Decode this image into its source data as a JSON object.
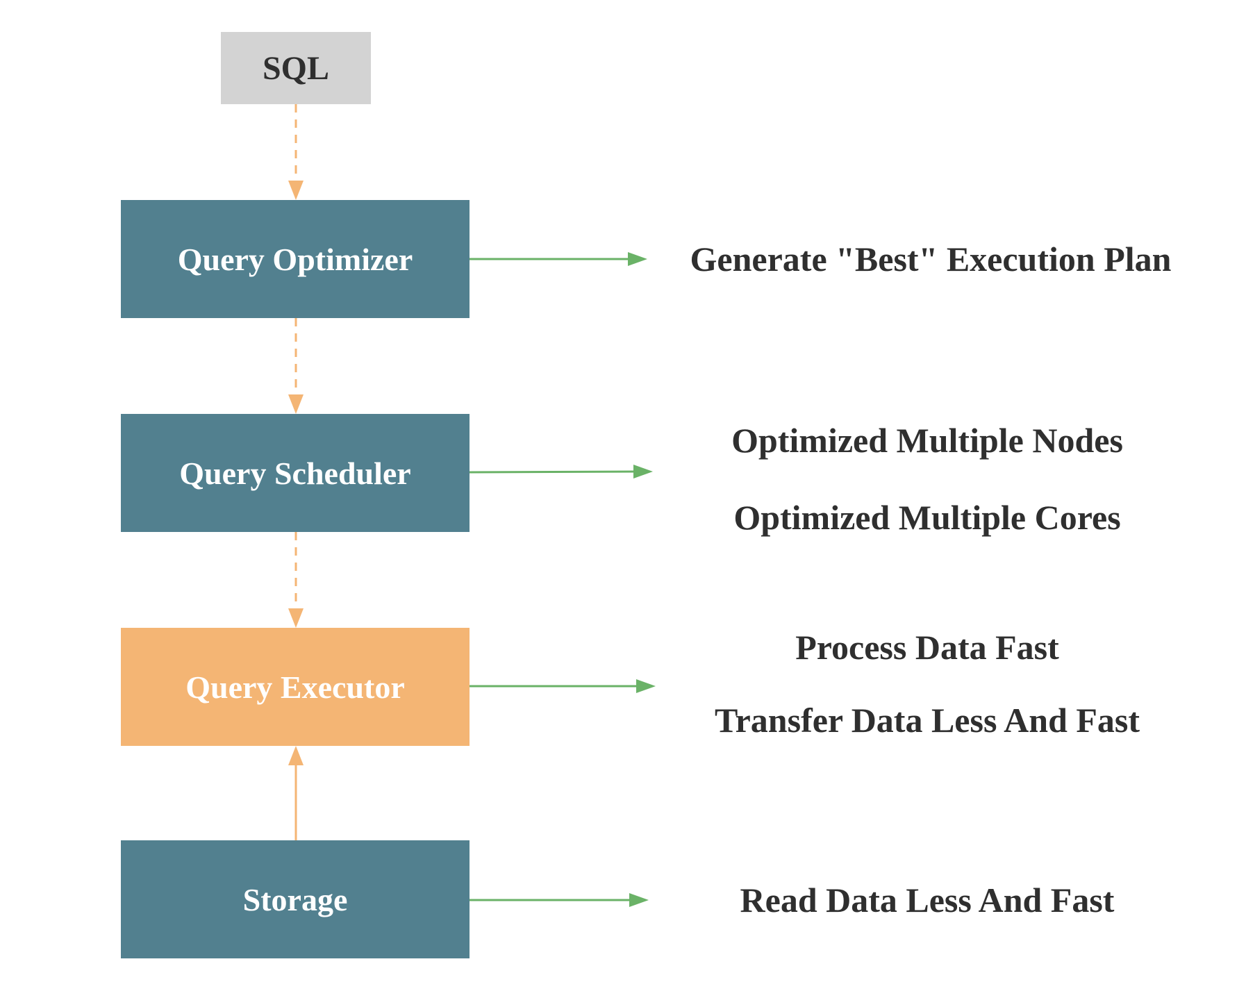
{
  "nodes": {
    "sql": "SQL",
    "optimizer": "Query Optimizer",
    "scheduler": "Query Scheduler",
    "executor": "Query Executor",
    "storage": "Storage"
  },
  "descriptions": {
    "optimizer": "Generate \"Best\" Execution Plan",
    "scheduler": [
      "Optimized Multiple Nodes",
      "Optimized Multiple Cores"
    ],
    "executor": [
      "Process Data Fast",
      "Transfer Data Less And Fast"
    ],
    "storage": "Read Data Less And Fast"
  },
  "colors": {
    "sql_box": "#d3d3d3",
    "teal_box": "#52808f",
    "executor_box": "#f4b574",
    "flow_arrow": "#f4b574",
    "side_arrow": "#6ab267",
    "text_dark": "#2f2f2f"
  }
}
